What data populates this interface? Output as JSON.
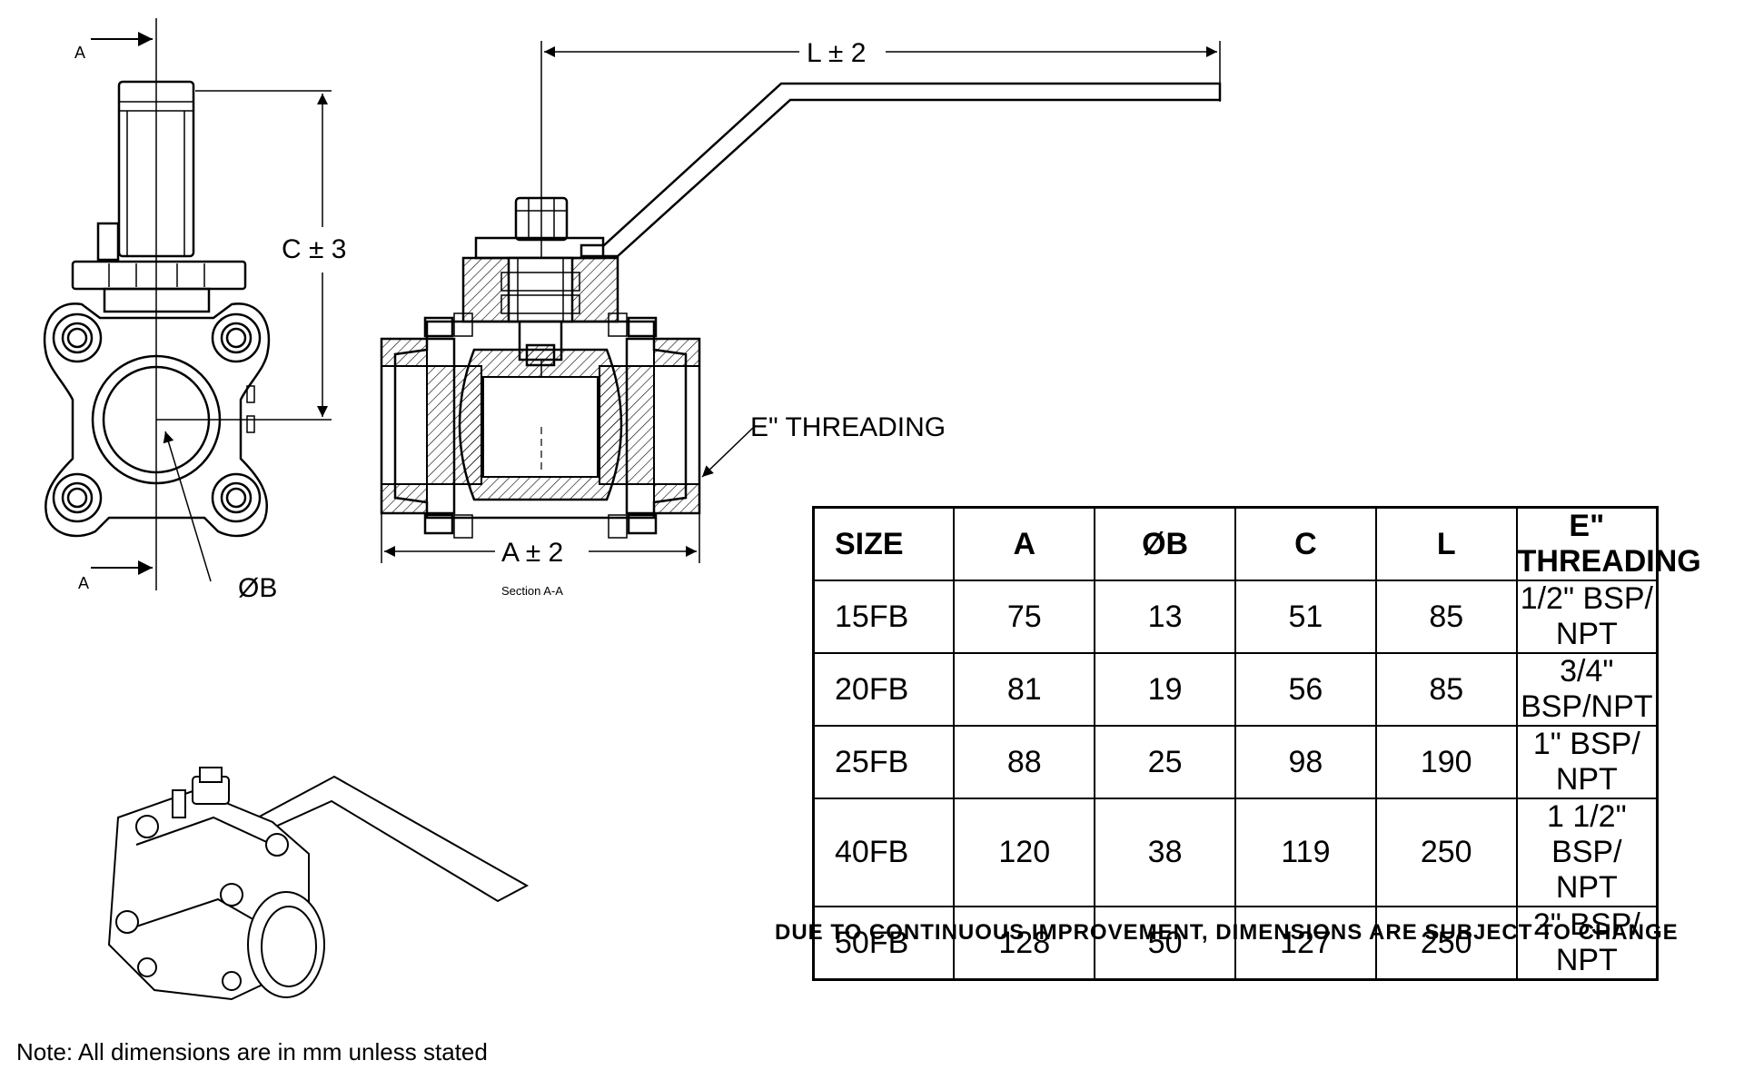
{
  "drawing": {
    "front_view": {
      "section_marker_top": "A",
      "section_marker_bottom": "A",
      "dim_c": "C ± 3",
      "dim_b": "ØB"
    },
    "section_view": {
      "dim_l": "L ± 2",
      "dim_a": "A ± 2",
      "threading_callout": "E\"  THREADING",
      "caption": "Section A-A"
    }
  },
  "table": {
    "headers": [
      "SIZE",
      "A",
      "ØB",
      "C",
      "L",
      "E\" THREADING"
    ],
    "rows": [
      [
        "15FB",
        "75",
        "13",
        "51",
        "85",
        "1/2\" BSP/ NPT"
      ],
      [
        "20FB",
        "81",
        "19",
        "56",
        "85",
        "3/4\" BSP/NPT"
      ],
      [
        "25FB",
        "88",
        "25",
        "98",
        "190",
        "1\" BSP/ NPT"
      ],
      [
        "40FB",
        "120",
        "38",
        "119",
        "250",
        "1 1/2\" BSP/ NPT"
      ],
      [
        "50FB",
        "128",
        "50",
        "127",
        "250",
        "2\" BSP/ NPT"
      ]
    ]
  },
  "disclaimer": "DUE TO CONTINUOUS IMPROVEMENT, DIMENSIONS ARE SUBJECT TO CHANGE",
  "footnote": "Note: All dimensions are in mm unless stated"
}
